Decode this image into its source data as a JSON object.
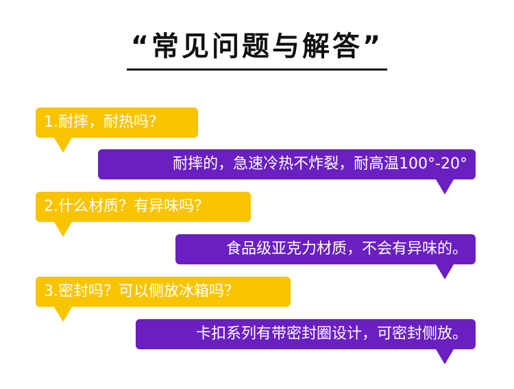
{
  "title": "“常见问题与解答”",
  "faq": [
    {
      "question": "1.耐摔，耐热吗？",
      "answer": "耐摔的，急速冷热不炸裂，耐高温100°-20°"
    },
    {
      "question": "2.什么材质？有异味吗？",
      "answer": "食品级亚克力材质，不会有异味的。"
    },
    {
      "question": "3.密封吗？可以侧放冰箱吗？",
      "answer": "卡扣系列有带密封圈设计，可密封侧放。"
    }
  ],
  "colors": {
    "question_bg": "#f8c400",
    "answer_bg": "#6a1fc1",
    "text_on_bubble": "#ffffff",
    "title_text": "#111111"
  }
}
